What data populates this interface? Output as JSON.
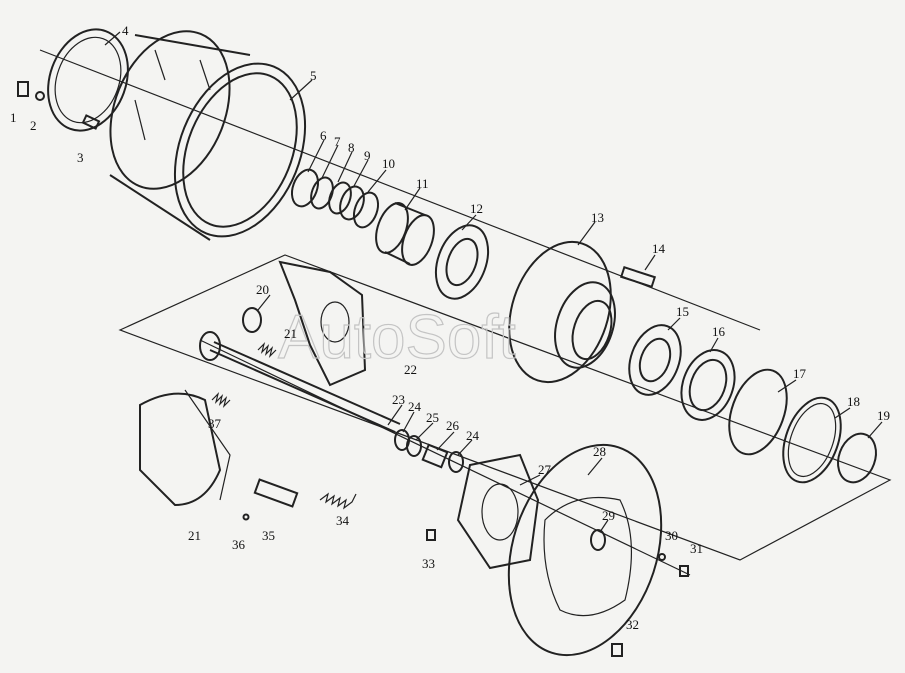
{
  "watermark": "AutoSoft",
  "callouts": {
    "c1": "1",
    "c2": "2",
    "c3": "3",
    "c4": "4",
    "c5": "5",
    "c6": "6",
    "c7": "7",
    "c8": "8",
    "c9": "9",
    "c10": "10",
    "c11": "11",
    "c12": "12",
    "c13": "13",
    "c14": "14",
    "c15": "15",
    "c16": "16",
    "c17": "17",
    "c18": "18",
    "c19": "19",
    "c20": "20",
    "c21a": "21",
    "c22": "22",
    "c23": "23",
    "c24a": "24",
    "c25": "25",
    "c26": "26",
    "c24b": "24",
    "c27": "27",
    "c28": "28",
    "c29": "29",
    "c30": "30",
    "c31": "31",
    "c32": "32",
    "c33": "33",
    "c34": "34",
    "c35": "35",
    "c36": "36",
    "c37": "37",
    "c21b": "21"
  },
  "colors": {
    "line": "#222222",
    "background": "#f4f4f2"
  }
}
